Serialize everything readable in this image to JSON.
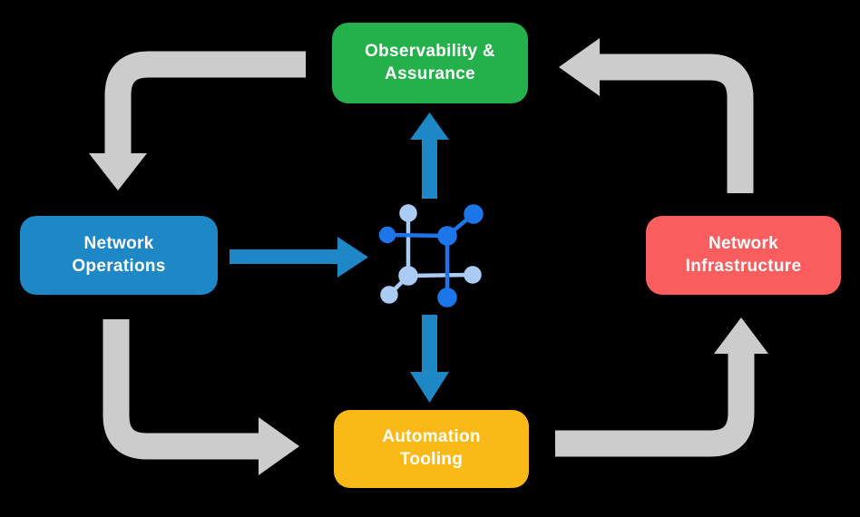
{
  "diagram": {
    "background": "#000000",
    "nodes": [
      {
        "id": "observability-assurance",
        "label": "Observability &\nAssurance",
        "color": "#24B14C"
      },
      {
        "id": "network-operations",
        "label": "Network\nOperations",
        "color": "#1E87C6"
      },
      {
        "id": "network-infrastructure",
        "label": "Network\nInfrastructure",
        "color": "#F95D5D"
      },
      {
        "id": "automation-tooling",
        "label": "Automation\nTooling",
        "color": "#FBB917"
      }
    ],
    "arrows": {
      "cycle_color": "#CCCCCC",
      "flow_color": "#1E87C6",
      "cycle": [
        {
          "from": "observability-assurance",
          "to": "network-operations"
        },
        {
          "from": "network-operations",
          "to": "automation-tooling"
        },
        {
          "from": "automation-tooling",
          "to": "network-infrastructure"
        },
        {
          "from": "network-infrastructure",
          "to": "observability-assurance"
        }
      ],
      "flow": [
        {
          "from": "network-operations",
          "to": "center-icon"
        },
        {
          "from": "center-icon",
          "to": "observability-assurance"
        },
        {
          "from": "center-icon",
          "to": "automation-tooling"
        }
      ]
    },
    "center_icon": {
      "name": "network-automation-icon",
      "dark_color": "#1C75E9",
      "light_color": "#A9CBF4"
    }
  }
}
